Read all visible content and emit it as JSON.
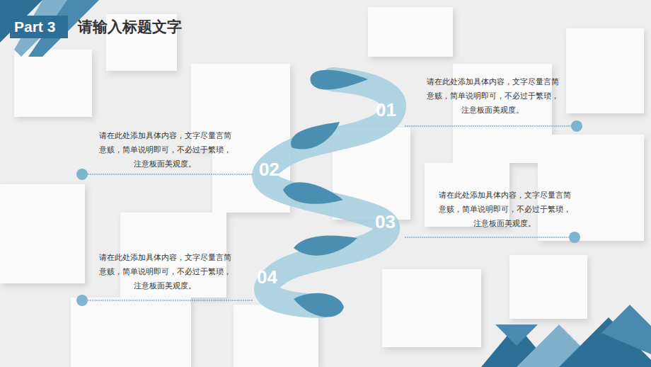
{
  "diagram": {
    "title": "请输入标题文字",
    "labels": [
      "Part 3",
      "01",
      "请在此处添加具体内容，文字尽量言简 意赅，简单说明即可，不必过于繁琐， 注意板面美观度。",
      "02",
      "请在此处添加具体内容，文字尽量言简 意赅，简单说明即可，不必过于繁琐， 注意板面美观度。",
      "03",
      "请在此处添加具体内容，文字尽量言简 意赅，简单说明即可，不必过于繁琐， 注意板面美观度。",
      "04",
      "请在此处添加具体内容，文字尽量言简 意赅，简单说明即可，不必过于繁琐， 注意板面美观度。"
    ]
  }
}
